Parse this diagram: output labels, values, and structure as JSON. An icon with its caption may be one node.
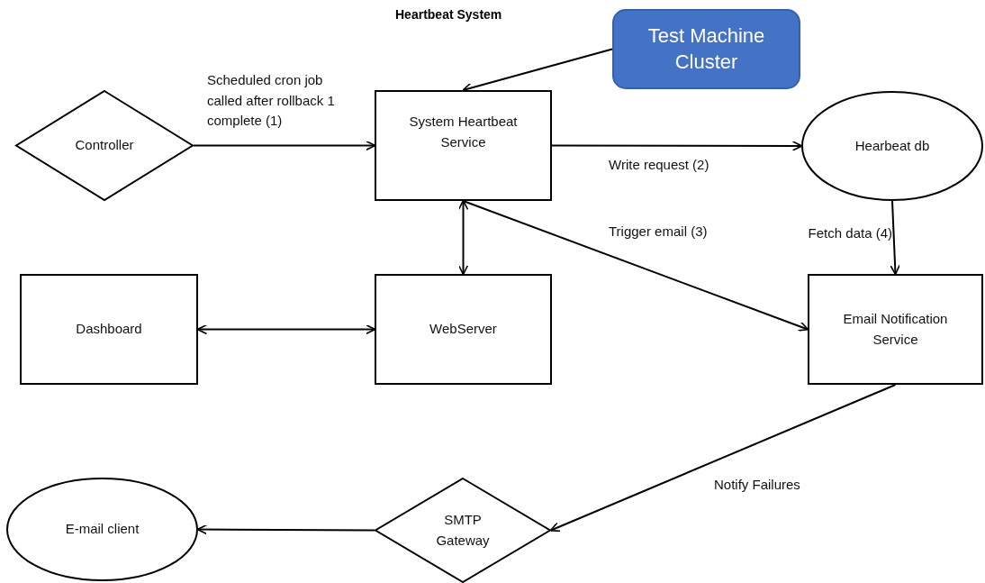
{
  "diagram": {
    "title": "Heartbeat System",
    "nodes": [
      {
        "text": [
          "Controller"
        ]
      },
      {
        "text": [
          "System Heartbeat Service"
        ]
      },
      {
        "text": [
          "Test Machine Cluster"
        ]
      },
      {
        "text": [
          "Hearbeat db"
        ]
      },
      {
        "text": [
          "Dashboard"
        ]
      },
      {
        "text": [
          "WebServer"
        ]
      },
      {
        "text": [
          "Email Notification Service"
        ]
      },
      {
        "text": [
          "E-mail client"
        ]
      },
      {
        "text": [
          "SMTP Gateway"
        ]
      }
    ],
    "edges": [
      {
        "from": 0,
        "to": 1,
        "arrow": "to",
        "label": "Scheduled cron job called after rollback 1 complete (1)"
      },
      {
        "from": 2,
        "to": 1,
        "arrow": "to"
      },
      {
        "from": 1,
        "to": 3,
        "arrow": "to",
        "label": "Write request (2)"
      },
      {
        "from": 1,
        "to": 5,
        "arrow": "both"
      },
      {
        "from": 1,
        "to": 6,
        "arrow": "to",
        "label": "Trigger email (3)"
      },
      {
        "from": 3,
        "to": 6,
        "arrow": "to",
        "label": "Fetch data (4)"
      },
      {
        "from": 4,
        "to": 5,
        "arrow": "both"
      },
      {
        "from": 6,
        "to": 8,
        "arrow": "to",
        "label": "Notify Failures"
      },
      {
        "from": 8,
        "to": 7,
        "arrow": "to"
      }
    ]
  }
}
